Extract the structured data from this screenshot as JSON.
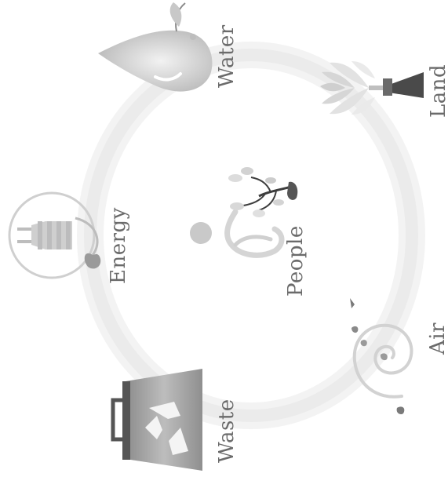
{
  "diagram": {
    "nodes": {
      "water": {
        "label": "Water"
      },
      "land": {
        "label": "Land"
      },
      "energy": {
        "label": "Energy"
      },
      "people": {
        "label": "People"
      },
      "air": {
        "label": "Air"
      },
      "waste": {
        "label": "Waste"
      }
    },
    "colors": {
      "ring": "#efefef",
      "label": "#6b6b6b",
      "icon_light": "#d9d9d9",
      "icon_mid": "#a8a8a8",
      "icon_dark": "#555555"
    },
    "icons": {
      "water": "water-drop-icon",
      "land": "plant-pot-icon",
      "energy": "plug-leaf-icon",
      "people": "person-tree-icon",
      "air": "wind-spiral-icon",
      "waste": "recycling-bin-icon"
    }
  }
}
